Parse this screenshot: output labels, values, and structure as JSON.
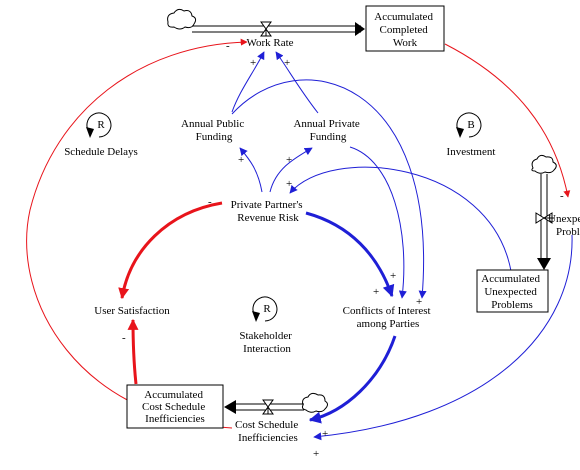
{
  "nodes": {
    "work_rate": "Work Rate",
    "accumulated_completed_work": [
      "Accumulated",
      "Completed",
      "Work"
    ],
    "annual_public_funding": [
      "Annual Public",
      "Funding"
    ],
    "annual_private_funding": [
      "Annual Private",
      "Funding"
    ],
    "private_partner_revenue_risk": [
      "Private Partner's",
      "Revenue Risk"
    ],
    "conflicts_of_interest": [
      "Conflicts of Interest",
      "among Parties"
    ],
    "user_satisfaction": "User Satisfaction",
    "accumulated_cost_schedule_inefficiencies": [
      "Accumulated",
      "Cost Schedule",
      "Inefficiencies"
    ],
    "cost_schedule_inefficiencies": [
      "Cost Schedule",
      "Inefficiencies"
    ],
    "accumulated_unexpected_problems": [
      "Accumulated",
      "Unexpected",
      "Problems"
    ],
    "unexpected_problems_cut": [
      "Unexpe",
      "Probl"
    ]
  },
  "loops": {
    "schedule_delays": {
      "letter": "R",
      "name": "Schedule Delays"
    },
    "investment": {
      "letter": "B",
      "name": "Investment"
    },
    "stakeholder_interaction": {
      "letter": "R",
      "name": [
        "Stakeholder",
        "Interaction"
      ]
    }
  },
  "polarities": {
    "plus": "+",
    "minus": "-"
  },
  "colors": {
    "red_link": "#e8141b",
    "blue_link": "#1f1fd6",
    "ink": "#000000"
  }
}
